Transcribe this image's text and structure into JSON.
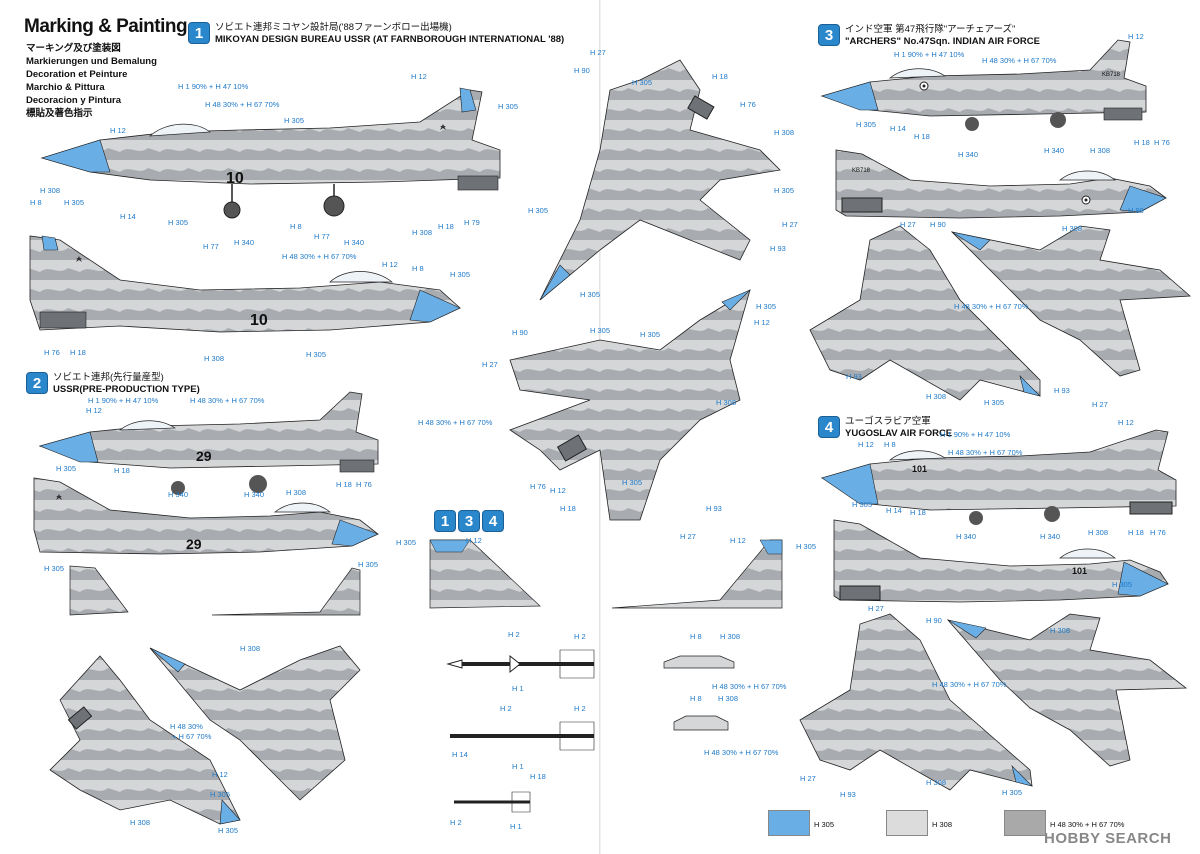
{
  "header": {
    "title": "Marking & Painting",
    "subtitles": [
      "マーキング及び塗装図",
      "Markierungen und Bemalung",
      "Decoration et Peinture",
      "Marchio & Pittura",
      "Decoracion y Pintura",
      "標貼及著色指示"
    ]
  },
  "sections": [
    {
      "badge": "1",
      "jp": "ソビエト連邦ミコヤン設計局('88ファーンボロー出場機)",
      "en": "MIKOYAN DESIGN BUREAU USSR (AT FARNBOROUGH INTERNATIONAL '88)"
    },
    {
      "badge": "2",
      "jp": "ソビエト連邦(先行量産型)",
      "en": "USSR(PRE-PRODUCTION TYPE)"
    },
    {
      "badge": "3",
      "jp": "インド空軍 第47飛行隊\"アーチェアーズ\"",
      "en": "\"ARCHERS\" No.47Sqn. INDIAN AIR FORCE"
    },
    {
      "badge": "4",
      "jp": "ユーゴスラビア空軍",
      "en": "YUGOSLAV AIR FORCE"
    }
  ],
  "combo_badges": [
    "1",
    "3",
    "4"
  ],
  "mix_labels": {
    "mix1": "H 1 90% + H 47 10%",
    "mix2": "H 48 30% + H 67 70%",
    "mix_stack_a": "H 48 30%",
    "mix_stack_b": "+ H 67 70%"
  },
  "codes": {
    "h1": "H 1",
    "h2": "H 2",
    "h8": "H 8",
    "h12": "H 12",
    "h14": "H 14",
    "h18": "H 18",
    "h27": "H 27",
    "h76": "H 76",
    "h77": "H 77",
    "h79": "H 79",
    "h90": "H 90",
    "h93": "H 93",
    "h305": "H 305",
    "h308": "H 308",
    "h340": "H 340"
  },
  "tail_numbers": {
    "s1": "10",
    "s2": "29",
    "s3": "KB718",
    "s4": "101"
  },
  "legend": [
    {
      "code": "H 305",
      "color": "#6aaee6"
    },
    {
      "code": "H 308",
      "color": "#dcdcdc"
    },
    {
      "code": "H 48 30% + H 67 70%",
      "color": "#a9a9a9"
    }
  ],
  "watermark": "HOBBY SEARCH",
  "colors": {
    "blue": "#6aaee6",
    "light_gray": "#d4d6d8",
    "mid_gray": "#a8acb0",
    "dark_gray": "#6e7276",
    "accent": "#2a87cc"
  }
}
